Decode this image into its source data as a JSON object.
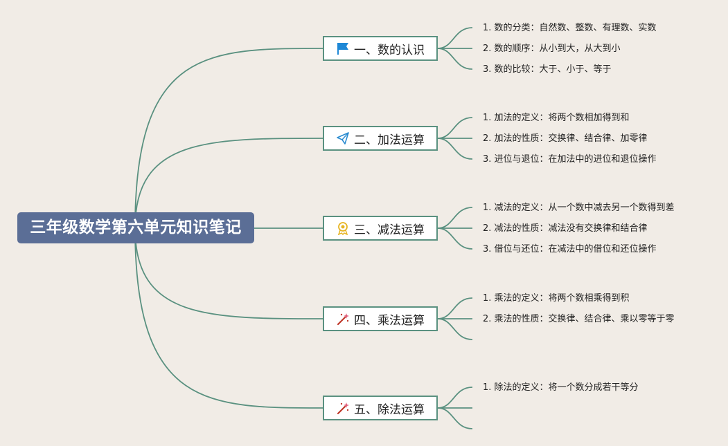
{
  "root": {
    "title": "三年级数学第六单元知识笔记"
  },
  "branches": [
    {
      "label": "一、数的认识",
      "icon": "flag-icon",
      "items": [
        "1. 数的分类：自然数、整数、有理数、实数",
        "2. 数的顺序：从小到大，从大到小",
        "3. 数的比较：大于、小于、等于"
      ]
    },
    {
      "label": "二、加法运算",
      "icon": "paper-plane-icon",
      "items": [
        "1. 加法的定义：将两个数相加得到和",
        "2. 加法的性质：交换律、结合律、加零律",
        "3. 进位与退位：在加法中的进位和退位操作"
      ]
    },
    {
      "label": "三、减法运算",
      "icon": "award-ribbon-icon",
      "items": [
        "1. 减法的定义：从一个数中减去另一个数得到差",
        "2. 减法的性质：减法没有交换律和结合律",
        "3. 借位与还位：在减法中的借位和还位操作"
      ]
    },
    {
      "label": "四、乘法运算",
      "icon": "magic-wand-icon",
      "items": [
        "1. 乘法的定义：将两个数相乘得到积",
        "2. 乘法的性质：交换律、结合律、乘以零等于零",
        ""
      ]
    },
    {
      "label": "五、除法运算",
      "icon": "magic-wand-icon",
      "items": [
        "1. 除法的定义：将一个数分成若干等分",
        "",
        ""
      ]
    }
  ],
  "colors": {
    "line": "#5a9180",
    "root_bg": "#5b6e96",
    "background": "#f1ece6"
  }
}
